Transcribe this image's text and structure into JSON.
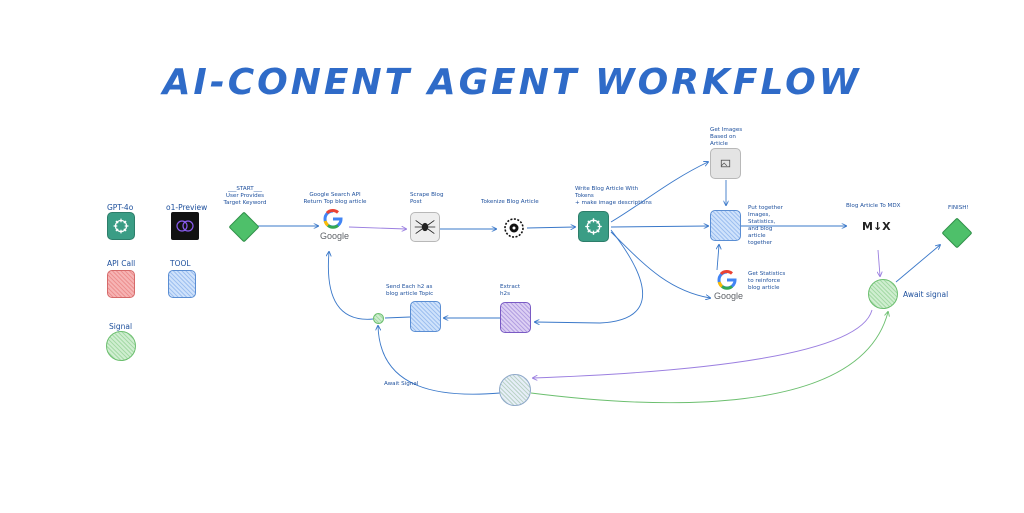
{
  "title": "AI-CONENT AGENT WORKFLOW",
  "legend": {
    "gpt4o": "GPT-4o",
    "o1_preview": "o1-Preview",
    "api_call": "API Call",
    "tool": "TOOL",
    "signal": "Signal"
  },
  "nodes": {
    "start": "___START___\nUser Provides\nTarget Keyword",
    "google_search": "Google Search API\nReturn Top blog article",
    "scrape": "Scrape Blog\nPost",
    "tokenize": "Tokenize Blog Article",
    "write": "Write Blog Article With\nTokens\n+ make image descriptions",
    "get_images": "Get Images\nBased on\nArticle",
    "put_together": "Put together\nImages,\nStatistics,\nand blog\narticle\ntogether",
    "get_stats": "Get Statistics\nto reinforce\nblog article",
    "blog_to_mdx": "Blog Article To MDX",
    "finish": "FINISH!",
    "await_signal_right": "Await signal",
    "extract": "Extract\nh2s",
    "send_h2": "Send Each h2 as\nblog article Topic",
    "await_signal_left": "Await Signal"
  },
  "google_word": "Google",
  "mdx_logo": "M↓X",
  "colors": {
    "title": "#2f6bc8",
    "gpt": "#3a9d85",
    "api": "#f6b4b4",
    "tool": "#cfe2fb",
    "signal": "#cfeed0",
    "diamond": "#4ec06a",
    "edge_blue": "#3a78c9",
    "edge_purple": "#9b7fe0",
    "edge_green": "#6cbf6f"
  }
}
